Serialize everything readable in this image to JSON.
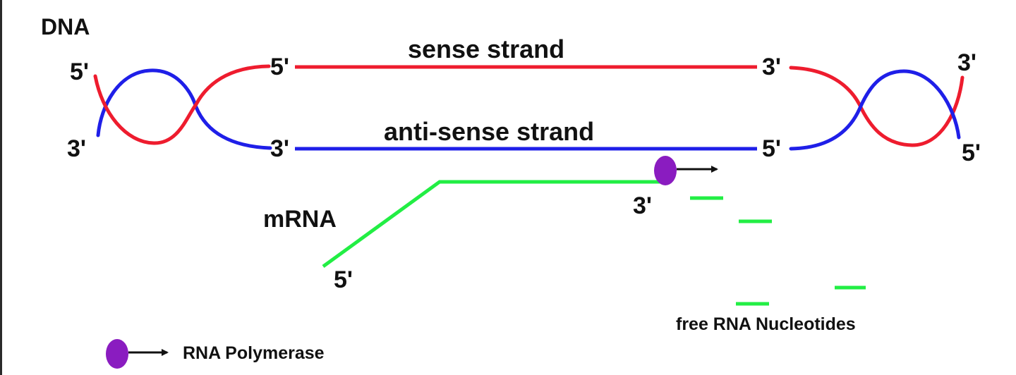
{
  "diagram": {
    "title": "DNA",
    "sense_strand_label": "sense strand",
    "antisense_strand_label": "anti-sense strand",
    "mrna_label": "mRNA",
    "free_nucleotides_label": "free RNA Nucleotides",
    "legend_label": "RNA Polymerase",
    "ends": {
      "left_top": "5'",
      "left_bottom": "3'",
      "sense_left": "5'",
      "sense_right": "3'",
      "antisense_left": "3'",
      "antisense_right": "5'",
      "right_top": "3'",
      "right_bottom": "5'",
      "mrna_three": "3'",
      "mrna_five": "5'"
    },
    "colors": {
      "sense_strand": "#ee1c2e",
      "antisense_strand": "#1f1fe8",
      "mrna": "#22ee44",
      "polymerase": "#8a1cc0",
      "text": "#111111"
    }
  }
}
